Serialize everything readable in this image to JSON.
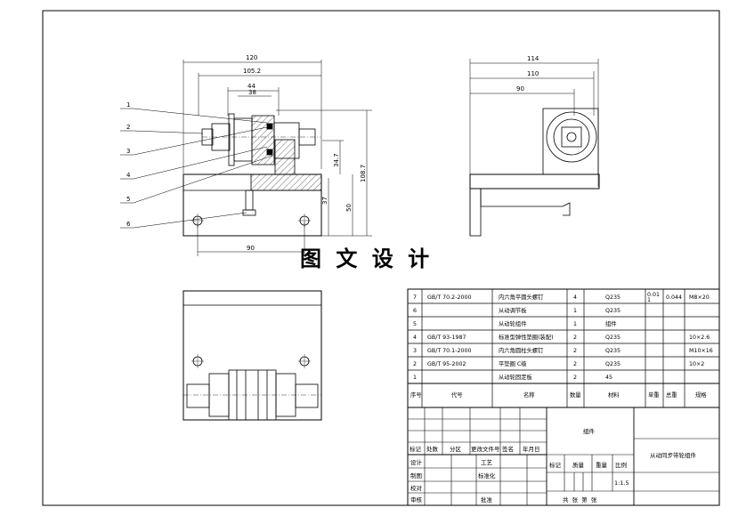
{
  "watermark": "图 文 设 计",
  "front_view": {
    "dims": {
      "w120": "120",
      "w105": "105.2",
      "w44": "44",
      "w38": "38",
      "h108": "108.7",
      "h34": "34.7",
      "h50": "50",
      "h37": "37",
      "w90": "90"
    },
    "leaders": [
      "1",
      "2",
      "3",
      "4",
      "5",
      "6"
    ]
  },
  "side_view": {
    "dims": {
      "w114": "114",
      "w110": "110",
      "w90": "90"
    }
  },
  "bom": {
    "rows": [
      {
        "no": "7",
        "code": "GB/T 70.2-2000",
        "name": "内六角平圆头螺钉",
        "qty": "4",
        "material": "Q235",
        "unit_weight": "0.01\n1",
        "total_weight": "0.044",
        "spec": "M8×20"
      },
      {
        "no": "6",
        "code": "",
        "name": "从动调节板",
        "qty": "1",
        "material": "Q235",
        "unit_weight": "",
        "total_weight": "",
        "spec": ""
      },
      {
        "no": "5",
        "code": "",
        "name": "从动轮组件",
        "qty": "1",
        "material": "组件",
        "unit_weight": "",
        "total_weight": "",
        "spec": ""
      },
      {
        "no": "4",
        "code": "GB/T 93-1987",
        "name": "标准型弹性垫圈(装配)",
        "qty": "2",
        "material": "Q235",
        "unit_weight": "",
        "total_weight": "",
        "spec": "10×2.6"
      },
      {
        "no": "3",
        "code": "GB/T 70.1-2000",
        "name": "内六角圆柱头螺钉",
        "qty": "2",
        "material": "Q235",
        "unit_weight": "",
        "total_weight": "",
        "spec": "M10×16"
      },
      {
        "no": "2",
        "code": "GB/T 95-2002",
        "name": "平垫圈 C级",
        "qty": "2",
        "material": "Q235",
        "unit_weight": "",
        "total_weight": "",
        "spec": "10×2"
      },
      {
        "no": "1",
        "code": "",
        "name": "从动轮固定板",
        "qty": "2",
        "material": "45",
        "unit_weight": "",
        "total_weight": "",
        "spec": ""
      }
    ],
    "header": {
      "no": "序号",
      "code": "代号",
      "name": "名称",
      "qty": "数量",
      "material": "材料",
      "unit_weight": "单重",
      "total_weight": "总重",
      "spec": "规格"
    }
  },
  "title_block": {
    "group_name": "组件",
    "drawing_title": "从动同步带轮组件",
    "rev_headers": [
      "标记",
      "处数",
      "分区",
      "更改文件号",
      "签名",
      "年月日"
    ],
    "sign_rows": [
      "设计",
      "制图",
      "校对",
      "审核"
    ],
    "process": "工艺",
    "standard": "标准化",
    "approve": "批准",
    "stage_headers": [
      "标记",
      "质量",
      "重量",
      "比例"
    ],
    "scale": "1:1.5",
    "sheets": "共  张  第  张"
  }
}
